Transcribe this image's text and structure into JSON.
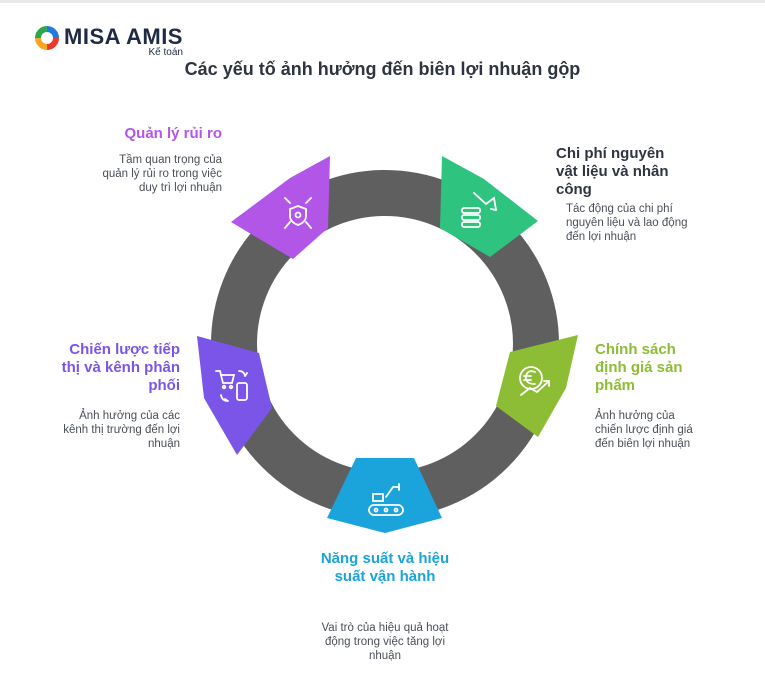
{
  "logo": {
    "brand": "MISA AMIS",
    "sub": "Kế toán"
  },
  "title": "Các yếu tố ảnh hưởng đến biên lợi nhuận gộp",
  "colors": {
    "ring": "#5f5f5f",
    "risk": "#b256e8",
    "materials": "#2ec47f",
    "pricing": "#8cbd34",
    "productivity": "#1ba3dc",
    "marketing": "#7a55e8"
  },
  "segments": [
    {
      "id": "risk",
      "label": "Quản lý rủi ro",
      "description": "Tầm quan trọng của quản lý rủi ro trong việc duy trì lợi nhuận",
      "color": "#b256e8",
      "icon": "shield-network-icon"
    },
    {
      "id": "materials",
      "label": "Chi phí nguyên vật liệu và nhân công",
      "description": "Tác động của chi phí nguyên liệu và lao động đến lợi nhuận",
      "color": "#2ec47f",
      "icon": "coins-down-trend-icon"
    },
    {
      "id": "pricing",
      "label": "Chính sách định giá sản phẩm",
      "description": "Ảnh hưởng của chiến lược định giá đến biên lợi nhuận",
      "color": "#8cbd34",
      "icon": "euro-growth-icon"
    },
    {
      "id": "productivity",
      "label": "Năng suất và hiệu suất vận hành",
      "description": "Vai trò của hiệu quả hoạt động trong việc tăng lợi nhuận",
      "color": "#1ba3dc",
      "icon": "conveyor-robot-icon"
    },
    {
      "id": "marketing",
      "label": "Chiến lược tiếp thị và kênh phân phối",
      "description": "Ảnh hưởng của các kênh thị trường đến lợi nhuận",
      "color": "#7a55e8",
      "icon": "cart-phone-icon"
    }
  ]
}
